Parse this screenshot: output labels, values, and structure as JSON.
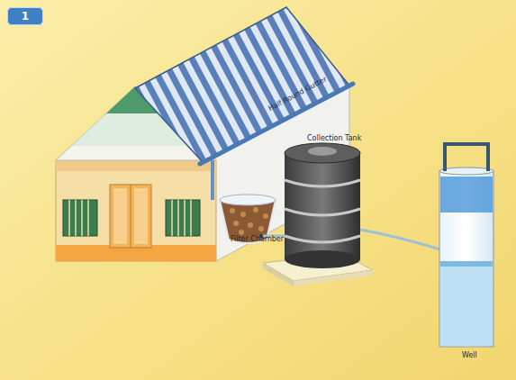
{
  "diagram": {
    "nodes": [
      {
        "text": [
          "1"
        ]
      }
    ],
    "labels": [
      "Half Round Gutter",
      "Filter Chamber",
      "Collection Tank",
      "Well"
    ]
  }
}
